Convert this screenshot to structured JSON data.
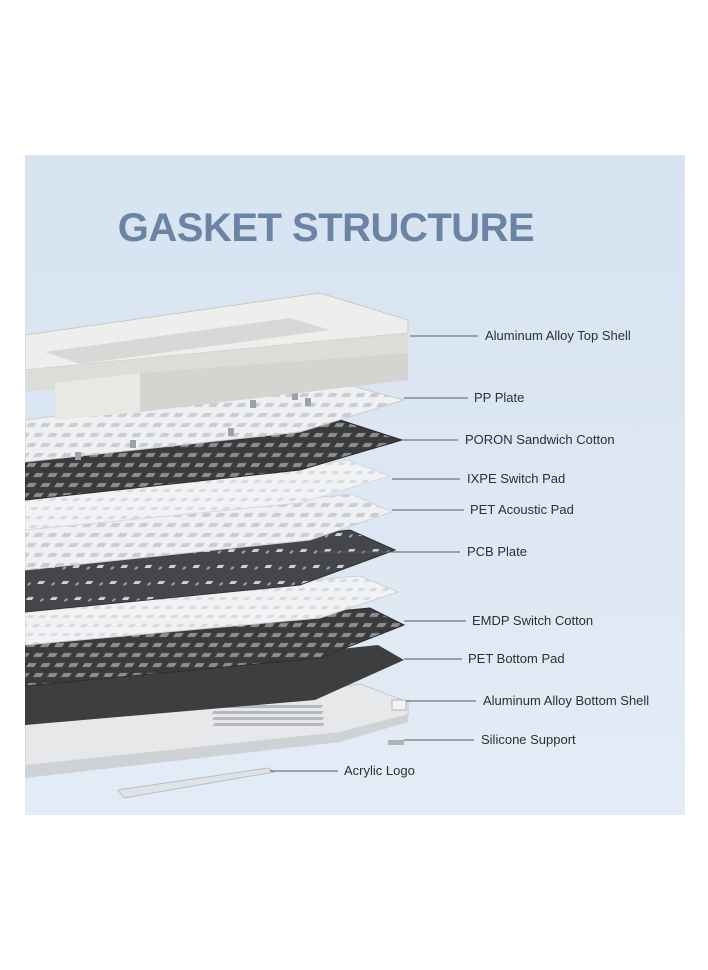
{
  "title": "GASKET STRUCTURE",
  "colors": {
    "background": "#d9e4f2",
    "title": "#6b84a4",
    "dark_layer": "#3b3b3b",
    "light_layer": "#e9eaec",
    "leader_line": "#555a60"
  },
  "layers": [
    {
      "label": "Aluminum Alloy Top Shell"
    },
    {
      "label": "PP Plate"
    },
    {
      "label": "PORON Sandwich Cotton"
    },
    {
      "label": "IXPE Switch Pad"
    },
    {
      "label": "PET Acoustic Pad"
    },
    {
      "label": "PCB Plate"
    },
    {
      "label": "EMDP Switch Cotton"
    },
    {
      "label": "PET Bottom Pad"
    },
    {
      "label": "Aluminum Alloy Bottom Shell"
    },
    {
      "label": "Silicone Support"
    },
    {
      "label": "Acrylic Logo"
    }
  ]
}
